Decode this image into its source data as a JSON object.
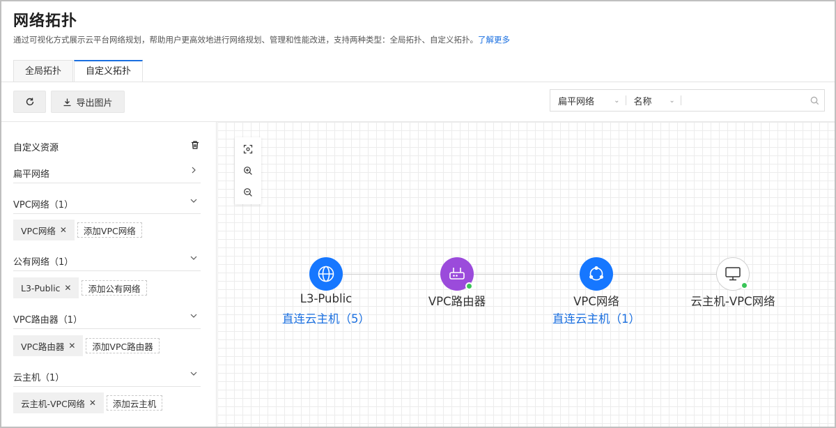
{
  "header": {
    "title": "网络拓扑",
    "description": "通过可视化方式展示云平台网络规划，帮助用户更高效地进行网络规划、管理和性能改进，支持两种类型：全局拓扑、自定义拓扑。",
    "learn_more": "了解更多"
  },
  "tabs": [
    {
      "label": "全局拓扑",
      "active": false
    },
    {
      "label": "自定义拓扑",
      "active": true
    }
  ],
  "toolbar": {
    "refresh_icon": "refresh-icon",
    "export_label": "导出图片",
    "export_icon": "download-icon"
  },
  "search": {
    "type_select": "扁平网络",
    "field_select": "名称",
    "placeholder": ""
  },
  "sidebar": {
    "title": "自定义资源",
    "flat_network": {
      "label": "扁平网络"
    },
    "sections": [
      {
        "label": "VPC网络（1）",
        "chips": [
          "VPC网络"
        ],
        "add_label": "添加VPC网络"
      },
      {
        "label": "公有网络（1）",
        "chips": [
          "L3-Public"
        ],
        "add_label": "添加公有网络"
      },
      {
        "label": "VPC路由器（1）",
        "chips": [
          "VPC路由器"
        ],
        "add_label": "添加VPC路由器"
      },
      {
        "label": "云主机（1）",
        "chips": [
          "云主机-VPC网络"
        ],
        "add_label": "添加云主机"
      }
    ]
  },
  "topology": {
    "nodes": [
      {
        "label": "L3-Public",
        "link": "直连云主机（5）",
        "icon": "globe-icon",
        "color": "#1677ff"
      },
      {
        "label": "VPC路由器",
        "link": "",
        "icon": "router-icon",
        "color": "#9b4bdb",
        "status": "online"
      },
      {
        "label": "VPC网络",
        "link": "直连云主机（1）",
        "icon": "vpc-share-icon",
        "color": "#1677ff"
      },
      {
        "label": "云主机-VPC网络",
        "link": "",
        "icon": "monitor-icon",
        "color": "#ffffff",
        "status": "online"
      }
    ]
  },
  "colors": {
    "accent": "#1a6fe0",
    "node_blue": "#1677ff",
    "node_purple": "#9b4bdb",
    "status_green": "#3ac558"
  }
}
